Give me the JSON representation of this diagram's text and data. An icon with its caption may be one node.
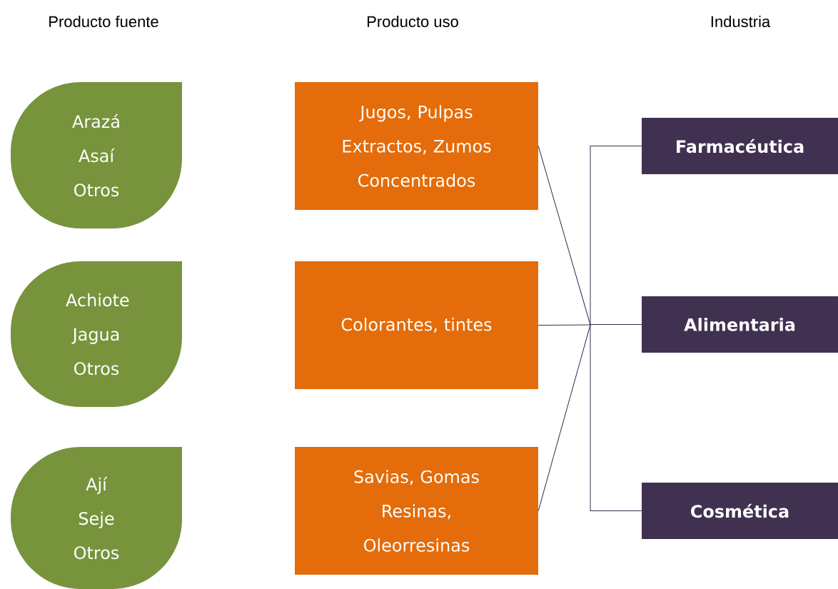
{
  "diagram": {
    "nodes": [
      {
        "text": [
          "Arazá Asaí Otros"
        ]
      },
      {
        "text": [
          "Achiote Jagua Otros"
        ]
      },
      {
        "text": [
          "Ají Seje Otros"
        ]
      },
      {
        "text": [
          "Jugos, Pulpas Extractos, Zumos Concentrados"
        ]
      },
      {
        "text": [
          "Colorantes, tintes"
        ]
      },
      {
        "text": [
          "Savias, Gomas Resinas, Oleorresinas"
        ]
      },
      {
        "text": [
          "Farmacéutica"
        ]
      },
      {
        "text": [
          "Alimentaria"
        ]
      },
      {
        "text": [
          "Cosmética"
        ]
      }
    ],
    "edges": [
      {
        "from": 3,
        "to": 6,
        "arrow": "none"
      },
      {
        "from": 3,
        "to": 7,
        "arrow": "none"
      },
      {
        "from": 3,
        "to": 8,
        "arrow": "none"
      },
      {
        "from": 4,
        "to": 6,
        "arrow": "none"
      },
      {
        "from": 4,
        "to": 7,
        "arrow": "none"
      },
      {
        "from": 4,
        "to": 8,
        "arrow": "none"
      },
      {
        "from": 5,
        "to": 6,
        "arrow": "none"
      },
      {
        "from": 5,
        "to": 7,
        "arrow": "none"
      },
      {
        "from": 5,
        "to": 8,
        "arrow": "none"
      }
    ],
    "labels": [
      "Producto fuente",
      "Producto uso",
      "Industria"
    ]
  }
}
